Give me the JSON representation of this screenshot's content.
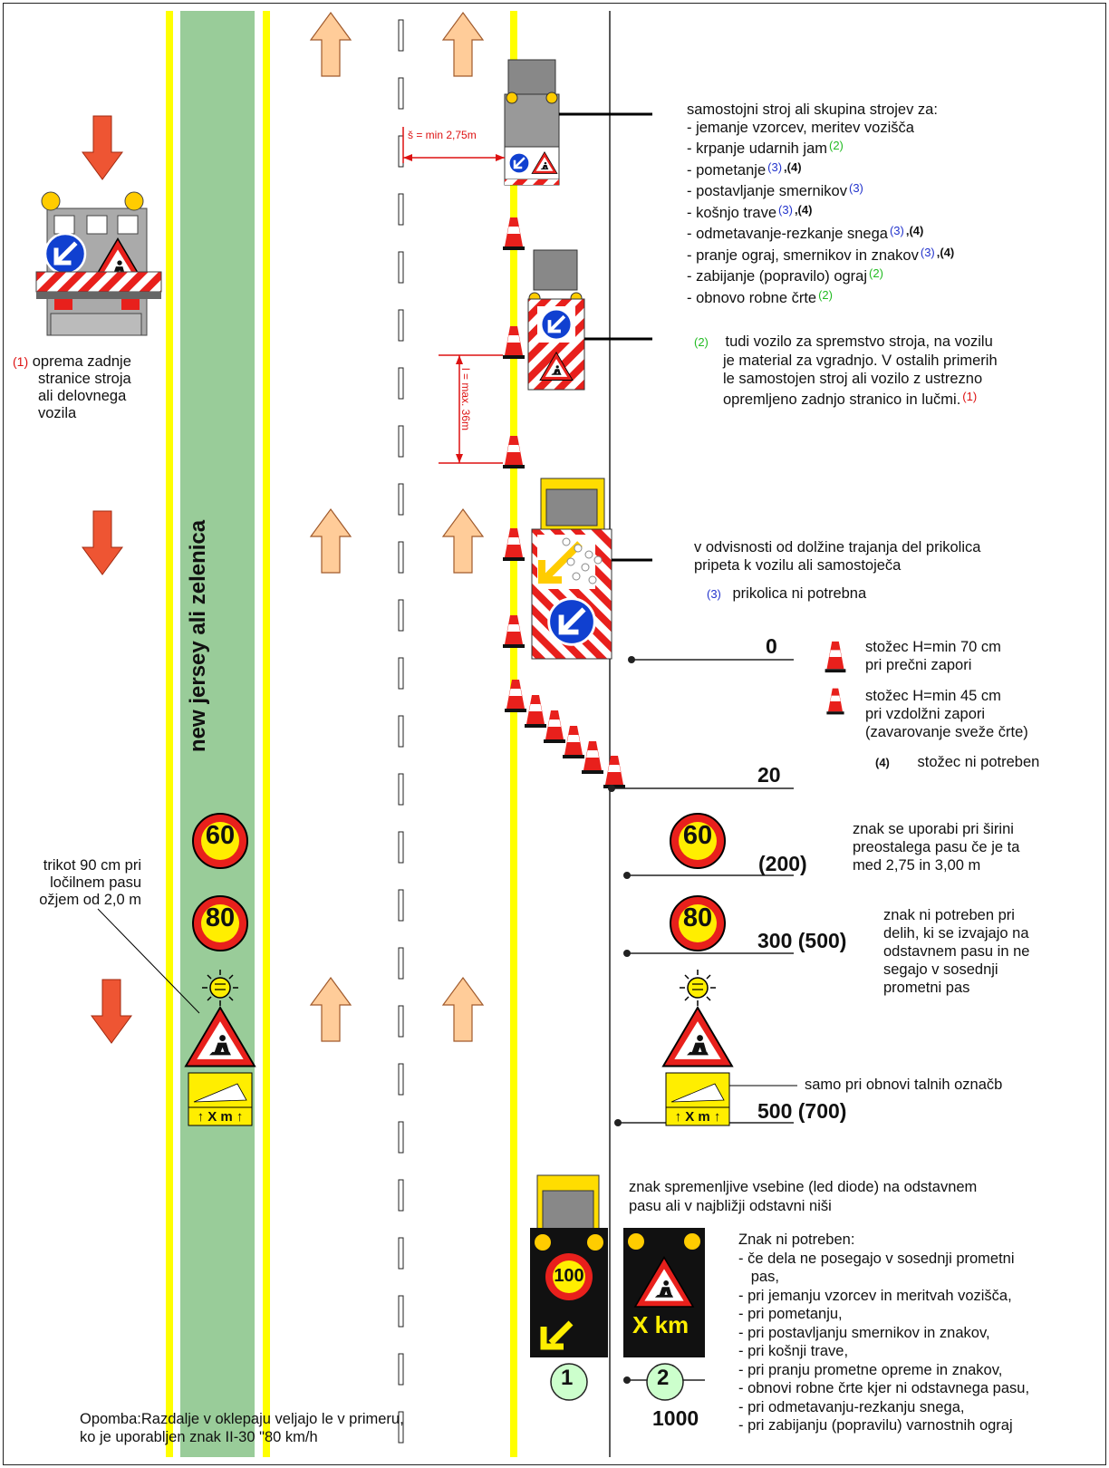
{
  "median_label": "new jersey ali zelenica",
  "left_notes": {
    "rear_equipment": {
      "marker": "(1)",
      "lines": [
        "oprema zadnje",
        "stranice stroja",
        "ali delovnega",
        "vozila"
      ]
    },
    "triangle": [
      "trikot 90 cm pri",
      "ločilnem pasu",
      "ožjem od 2,0 m"
    ]
  },
  "width_label": "š = min 2,75m",
  "gap_label": "l = max. 36m",
  "machines_block": {
    "title": "samostojni stroj ali skupina strojev za:",
    "items": [
      {
        "text": "- jemanje vzorcev, meritev vozišča",
        "refs": []
      },
      {
        "text": "- krpanje udarnih jam",
        "refs": [
          {
            "t": "(2)",
            "c": "g"
          }
        ]
      },
      {
        "text": "- pometanje",
        "refs": [
          {
            "t": "(3)",
            "c": "b"
          },
          {
            "t": ",(4)",
            "c": "k"
          }
        ]
      },
      {
        "text": "- postavljanje smernikov",
        "refs": [
          {
            "t": "(3)",
            "c": "b"
          }
        ]
      },
      {
        "text": "- košnjo trave",
        "refs": [
          {
            "t": "(3)",
            "c": "b"
          },
          {
            "t": ",(4)",
            "c": "k"
          }
        ]
      },
      {
        "text": "- odmetavanje-rezkanje snega",
        "refs": [
          {
            "t": "(3)",
            "c": "b"
          },
          {
            "t": ",(4)",
            "c": "k"
          }
        ]
      },
      {
        "text": "- pranje ograj, smernikov in znakov",
        "refs": [
          {
            "t": "(3)",
            "c": "b"
          },
          {
            "t": ",(4)",
            "c": "k"
          }
        ]
      },
      {
        "text": "- zabijanje (popravilo) ograj",
        "refs": [
          {
            "t": "(2)",
            "c": "g"
          }
        ]
      },
      {
        "text": "- obnovo robne črte",
        "refs": [
          {
            "t": "(2)",
            "c": "g"
          }
        ]
      }
    ]
  },
  "note2": {
    "marker": "(2)",
    "lines": [
      "tudi vozilo za spremstvo stroja, na vozilu",
      "je material za vgradnjo. V ostalih primerih",
      "le samostojen stroj ali vozilo z ustrezno",
      "opremljeno zadnjo stranico in lučmi."
    ],
    "ref": "(1)"
  },
  "trailer": {
    "lines": [
      "v odvisnosti od dolžine trajanja del prikolica",
      "pripeta k vozilu ali samostoječa"
    ],
    "marker": "(3)",
    "note": "prikolica ni potrebna"
  },
  "cones_legend": [
    {
      "lines": [
        "stožec H=min 70 cm",
        "pri prečni zapori"
      ]
    },
    {
      "lines": [
        "stožec H=min 45 cm",
        "pri vzdolžni zapori",
        "(zavarovanje sveže črte)"
      ]
    }
  ],
  "note4": {
    "marker": "(4)",
    "text": "stožec ni potreben"
  },
  "distances": {
    "d0": "0",
    "d20": "20",
    "d200": "(200)",
    "d300": "300 (500)",
    "d500": "500 (700)",
    "d1000": "1000"
  },
  "sign60_note": [
    "znak se uporabi pri širini",
    "preostalega pasu če je ta",
    "med 2,75 in 3,00 m"
  ],
  "sign80_note": [
    "znak ni potreben pri",
    "delih, ki se izvajajo na",
    "odstavnem pasu in ne",
    "segajo v sosednji",
    "prometni pas"
  ],
  "marking_note": "samo pri obnovi talnih označb",
  "speed_signs": {
    "s60": "60",
    "s80": "80",
    "s100": "100"
  },
  "plate_text": "X m",
  "vms_text": "X km",
  "vms_note": [
    "znak spremenljive vsebine (led diode) na odstavnem",
    "pasu ali v najbližji odstavni niši"
  ],
  "not_needed": {
    "title": "Znak ni potreben:",
    "items": [
      "- če dela ne posegajo v sosednji prometni",
      "   pas,",
      "- pri jemanju vzorcev in meritvah vozišča,",
      "- pri pometanju,",
      "- pri postavljanju smernikov in znakov,",
      "- pri košnji trave,",
      "- pri pranju prometne opreme in znakov,",
      "- obnovi robne črte kjer ni odstavnega pasu,",
      "- pri odmetavanju-rezkanju snega,",
      "- pri zabijanju (popravilu) varnostnih ograj"
    ]
  },
  "variants": [
    "1",
    "2"
  ],
  "footnote": [
    "Opomba:Razdalje v oklepaju veljajo le v primeru,",
    "ko je uporabljen znak II-30 \"80 km/h"
  ],
  "colors": {
    "yellow_line": "#ffff00",
    "median": "#99cc99",
    "arrow_down": "#ee5533",
    "arrow_up": "#ffcc99",
    "sign_red": "#e8201c",
    "sign_yellow": "#ffee00",
    "sign_blue": "#1040d0"
  }
}
